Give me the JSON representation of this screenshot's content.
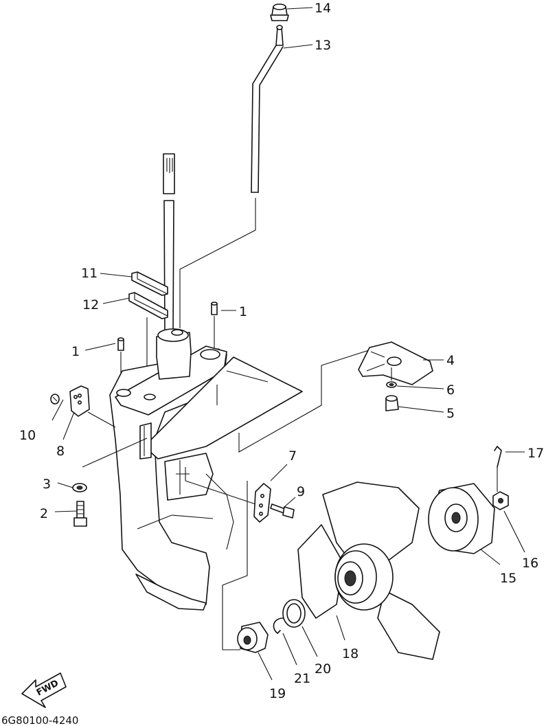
{
  "callouts": {
    "c1a": "1",
    "c1b": "1",
    "c2": "2",
    "c3": "3",
    "c4": "4",
    "c5": "5",
    "c6": "6",
    "c7": "7",
    "c8": "8",
    "c9": "9",
    "c10": "10",
    "c11": "11",
    "c12": "12",
    "c13": "13",
    "c14": "14",
    "c15": "15",
    "c16": "16",
    "c17": "17",
    "c18": "18",
    "c19": "19",
    "c20": "20",
    "c21": "21"
  },
  "direction_label": "FWD",
  "drawing_code": "6G80100-4240"
}
